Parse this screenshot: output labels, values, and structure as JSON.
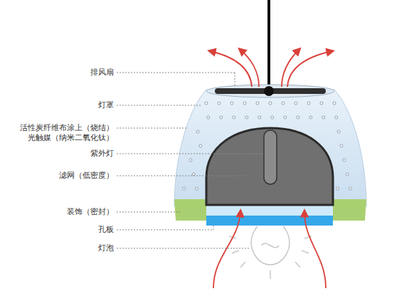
{
  "diagram": {
    "labels": [
      "排风扇",
      "灯罩",
      "活性炭纤维布涂上（烧结） 光触媒（纳米二氧化钛）",
      "紫外灯",
      "滤网（低密度）",
      "装饰（密封）",
      "孔板",
      "灯泡"
    ]
  }
}
